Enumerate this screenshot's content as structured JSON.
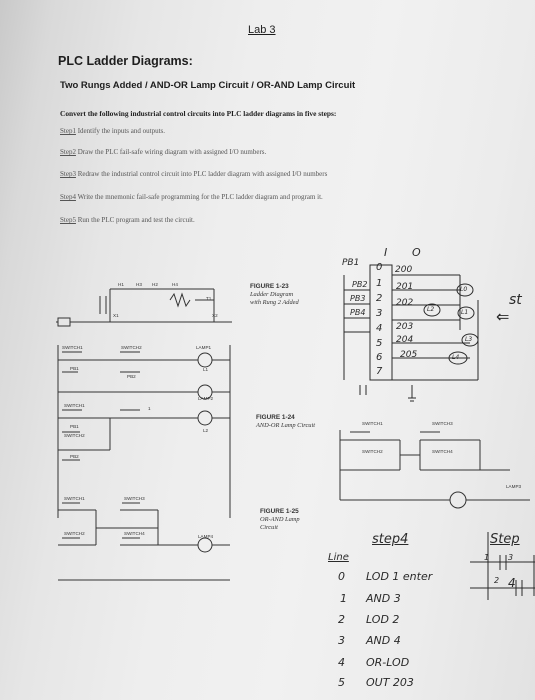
{
  "header": {
    "lab_title": "Lab 3"
  },
  "title": "PLC Ladder Diagrams:",
  "subtitle": "Two Rungs Added / AND-OR Lamp Circuit / OR-AND Lamp Circuit",
  "instruction": "Convert the following industrial control circuits into PLC ladder diagrams in five steps:",
  "steps": [
    {
      "num": "Step1",
      "text": " Identify the inputs and outputs."
    },
    {
      "num": "Step2",
      "text": " Draw the PLC fail-safe wiring diagram with assigned I/O numbers."
    },
    {
      "num": "Step3",
      "text": " Redraw the industrial control circuit into PLC ladder diagram with assigned I/O numbers"
    },
    {
      "num": "Step4",
      "text": " Write the mnemonic fail-safe programming for the PLC ladder diagram and program it."
    },
    {
      "num": "Step5",
      "text": " Run the PLC program and test the circuit."
    }
  ],
  "figures": [
    {
      "number": "FIGURE 1-23",
      "caption": "Ladder Diagram with Rung 2 Added"
    },
    {
      "number": "FIGURE 1-24",
      "caption": "AND-OR Lamp Circuit"
    },
    {
      "number": "FIGURE 1-25",
      "caption": "OR-AND Lamp Circuit"
    }
  ],
  "diagram_labels": {
    "fig23_top": [
      "H1",
      "H3",
      "H2",
      "H4"
    ],
    "fig23_coils": [
      "X1",
      "X2",
      "T1"
    ],
    "switch1": "SWITCH1",
    "switch2": "SWITCH2",
    "switch3": "SWITCH3",
    "switch4": "SWITCH4",
    "pb1": "PB1",
    "pb2": "PB2",
    "lamp1": "LAMP1",
    "lamp2": "LAMP2",
    "lamp3": "LAMP3",
    "lamp4": "LAMP4",
    "l1": "L1",
    "l2": "L2",
    "rung_num": "1"
  },
  "handwritten": {
    "io_header_in": "I",
    "io_header_out": "O",
    "pb_labels": [
      "PB1",
      "PB2",
      "PB3",
      "PB4"
    ],
    "io_inputs": [
      "0",
      "1",
      "2",
      "3",
      "4",
      "5",
      "6",
      "7"
    ],
    "io_outputs": [
      "200",
      "201",
      "202",
      "203",
      "204",
      "205"
    ],
    "lamp_labels": [
      "L0",
      "L1",
      "L2",
      "L3",
      "L4"
    ],
    "side_note": "st",
    "side_arrow": "⇐",
    "step4_label": "step4",
    "line_label": "Line",
    "step_right": "Step",
    "ladder_nums": [
      "1",
      "3",
      "2",
      "4"
    ],
    "program": [
      {
        "line": "0",
        "code": "LOD 1 enter"
      },
      {
        "line": "1",
        "code": "AND 3"
      },
      {
        "line": "2",
        "code": "LOD 2"
      },
      {
        "line": "3",
        "code": "AND 4"
      },
      {
        "line": "4",
        "code": "OR-LOD"
      },
      {
        "line": "5",
        "code": "OUT 203"
      }
    ]
  }
}
